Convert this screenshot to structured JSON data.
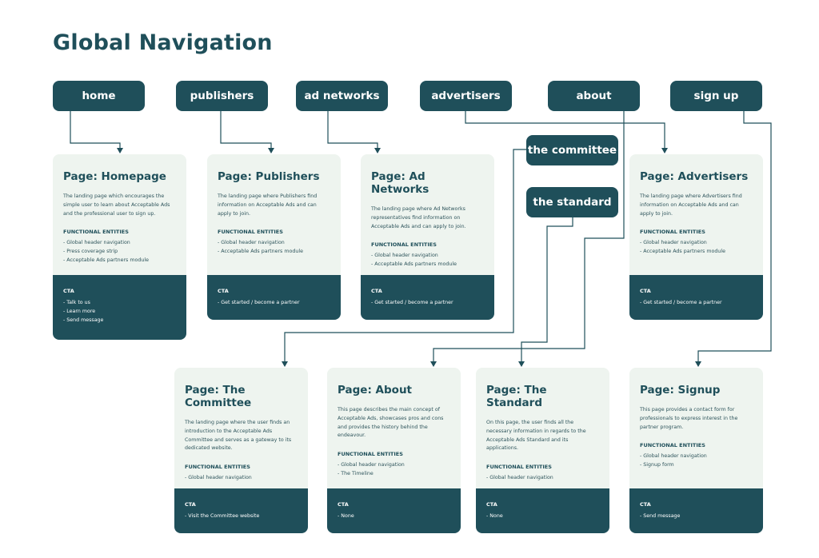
{
  "title": "Global Navigation",
  "colors": {
    "primary": "#1f4f5a",
    "card_bg": "#eef4ef",
    "background": "#ffffff"
  },
  "nav": {
    "home": "home",
    "publishers": "publishers",
    "ad_networks": "ad networks",
    "advertisers": "advertisers",
    "about": "about",
    "sign_up": "sign up",
    "the_committee": "the committee",
    "the_standard": "the standard"
  },
  "fe_label": "FUNCTIONAL ENTITIES",
  "cta_label": "CTA",
  "pages": {
    "homepage": {
      "title": "Page: Homepage",
      "desc": "The landing page which encourages the simple user to learn about Acceptable Ads and the professional user to sign up.",
      "entities": [
        "- Global header navigation",
        "- Press coverage strip",
        "- Acceptable Ads partners module"
      ],
      "cta": [
        "- Talk to us",
        "- Learn more",
        "- Send message"
      ]
    },
    "publishers": {
      "title": "Page: Publishers",
      "desc": "The landing page where Publishers find information on Acceptable Ads and can apply to join.",
      "entities": [
        "- Global header navigation",
        "-  Acceptable Ads partners module"
      ],
      "cta": [
        "- Get started / become a partner"
      ]
    },
    "ad_networks": {
      "title": "Page: Ad Networks",
      "desc": "The landing page where Ad Networks representatives find information on Acceptable Ads and can apply to join.",
      "entities": [
        "- Global header navigation",
        "-  Acceptable Ads partners module"
      ],
      "cta": [
        "- Get started / become a partner"
      ]
    },
    "advertisers": {
      "title": "Page: Advertisers",
      "desc": "The landing page where Advertisers find information on Acceptable Ads and can apply to join.",
      "entities": [
        "- Global header navigation",
        "-  Acceptable Ads partners module"
      ],
      "cta": [
        "- Get started / become a partner"
      ]
    },
    "committee": {
      "title": "Page: The Committee",
      "desc": "The landing page where the user finds an introduction to the Acceptable Ads Committee and serves as a gateway to its dedicated website.",
      "entities": [
        "- Global header navigation"
      ],
      "cta": [
        "- Visit the Committee website"
      ]
    },
    "about": {
      "title": "Page: About",
      "desc": "This page describes the main concept of Acceptable Ads, showcases pros and cons and provides the history behind the endeavour.",
      "entities": [
        "- Global header navigation",
        "-  The Timeline"
      ],
      "cta": [
        "- None"
      ]
    },
    "standard": {
      "title": "Page: The Standard",
      "desc": "On this page, the user finds all the necessary information in regards to the Acceptable Ads Standard and its applications.",
      "entities": [
        "- Global header navigation"
      ],
      "cta": [
        "- None"
      ]
    },
    "signup": {
      "title": "Page: Signup",
      "desc": "This page provides a contact form for professionals to express interest in the partner program.",
      "entities": [
        "- Global header navigation",
        "- Signup form"
      ],
      "cta": [
        "- Send message"
      ]
    }
  }
}
